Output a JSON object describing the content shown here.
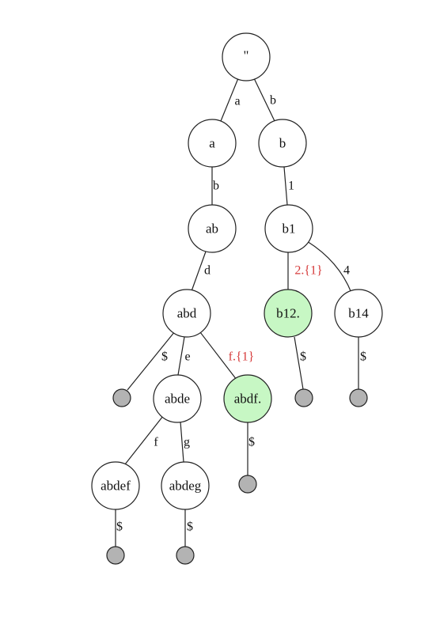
{
  "colors": {
    "highlight_fill": "#c7f7c4",
    "leaf_fill": "#b3b3b3",
    "red_label": "#d63a3a",
    "stroke": "#222222"
  },
  "nodes": {
    "root": "\"",
    "a": "a",
    "b": "b",
    "ab": "ab",
    "b1": "b1",
    "abd": "abd",
    "b12": "b12.",
    "b14": "b14",
    "abde": "abde",
    "abdf": "abdf.",
    "abdef": "abdef",
    "abdeg": "abdeg"
  },
  "edges": {
    "root_a": "a",
    "root_b": "b",
    "a_ab": "b",
    "b_b1": "1",
    "ab_abd": "d",
    "b1_b12": "2.{1}",
    "b1_b14": "4",
    "abd_end": "$",
    "abd_abde": "e",
    "abd_abdf": "f.{1}",
    "b12_end": "$",
    "b14_end": "$",
    "abde_abdef": "f",
    "abde_abdeg": "g",
    "abdf_end": "$",
    "abdef_end": "$",
    "abdeg_end": "$"
  },
  "highlighted": [
    "b12",
    "abdf"
  ],
  "red_edges": [
    "b1_b12",
    "abd_abdf"
  ]
}
